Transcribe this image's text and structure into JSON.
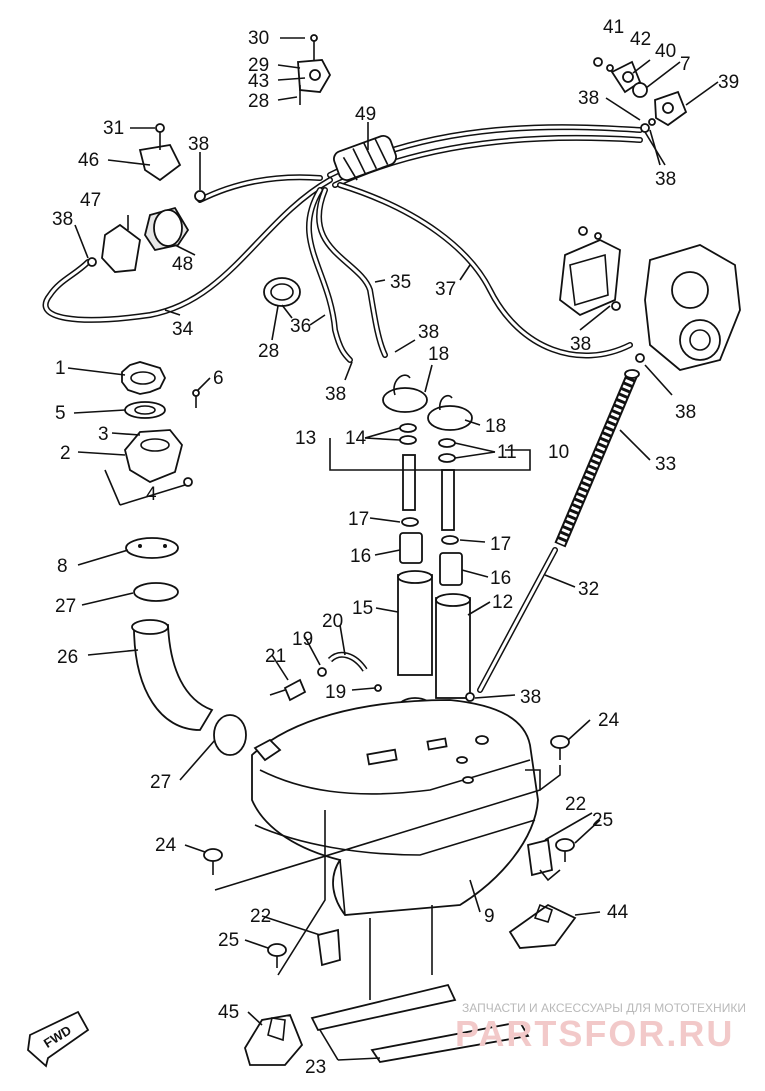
{
  "diagram": {
    "fwd_label": "FWD",
    "watermark_caption": "ЗАПЧАСТИ И АКСЕССУАРЫ ДЛЯ МОТОТЕХНИКИ",
    "watermark_brand": "PARTSFOR.RU",
    "callouts": [
      {
        "id": "c30",
        "text": "30"
      },
      {
        "id": "c29",
        "text": "29"
      },
      {
        "id": "c43",
        "text": "43"
      },
      {
        "id": "c28a",
        "text": "28"
      },
      {
        "id": "c41",
        "text": "41"
      },
      {
        "id": "c42",
        "text": "42"
      },
      {
        "id": "c40",
        "text": "40"
      },
      {
        "id": "c7",
        "text": "7"
      },
      {
        "id": "c39",
        "text": "39"
      },
      {
        "id": "c38a",
        "text": "38"
      },
      {
        "id": "c38b",
        "text": "38"
      },
      {
        "id": "c49",
        "text": "49"
      },
      {
        "id": "c31",
        "text": "31"
      },
      {
        "id": "c46",
        "text": "46"
      },
      {
        "id": "c38c",
        "text": "38"
      },
      {
        "id": "c47",
        "text": "47"
      },
      {
        "id": "c38d",
        "text": "38"
      },
      {
        "id": "c48",
        "text": "48"
      },
      {
        "id": "c35",
        "text": "35"
      },
      {
        "id": "c37",
        "text": "37"
      },
      {
        "id": "c34",
        "text": "34"
      },
      {
        "id": "c28b",
        "text": "28"
      },
      {
        "id": "c36",
        "text": "36"
      },
      {
        "id": "c38e",
        "text": "38"
      },
      {
        "id": "c38f",
        "text": "38"
      },
      {
        "id": "c18a",
        "text": "18"
      },
      {
        "id": "c38g",
        "text": "38"
      },
      {
        "id": "c38h",
        "text": "38"
      },
      {
        "id": "c1",
        "text": "1"
      },
      {
        "id": "c6",
        "text": "6"
      },
      {
        "id": "c5",
        "text": "5"
      },
      {
        "id": "c3",
        "text": "3"
      },
      {
        "id": "c2",
        "text": "2"
      },
      {
        "id": "c4",
        "text": "4"
      },
      {
        "id": "c13",
        "text": "13"
      },
      {
        "id": "c14",
        "text": "14"
      },
      {
        "id": "c18b",
        "text": "18"
      },
      {
        "id": "c11",
        "text": "11"
      },
      {
        "id": "c10",
        "text": "10"
      },
      {
        "id": "c33",
        "text": "33"
      },
      {
        "id": "c17a",
        "text": "17"
      },
      {
        "id": "c17b",
        "text": "17"
      },
      {
        "id": "c16a",
        "text": "16"
      },
      {
        "id": "c16b",
        "text": "16"
      },
      {
        "id": "c8",
        "text": "8"
      },
      {
        "id": "c27a",
        "text": "27"
      },
      {
        "id": "c32",
        "text": "32"
      },
      {
        "id": "c15",
        "text": "15"
      },
      {
        "id": "c12",
        "text": "12"
      },
      {
        "id": "c20",
        "text": "20"
      },
      {
        "id": "c26",
        "text": "26"
      },
      {
        "id": "c19a",
        "text": "19"
      },
      {
        "id": "c21",
        "text": "21"
      },
      {
        "id": "c19b",
        "text": "19"
      },
      {
        "id": "c38i",
        "text": "38"
      },
      {
        "id": "c24a",
        "text": "24"
      },
      {
        "id": "c27b",
        "text": "27"
      },
      {
        "id": "c22a",
        "text": "22"
      },
      {
        "id": "c25a",
        "text": "25"
      },
      {
        "id": "c24b",
        "text": "24"
      },
      {
        "id": "c9",
        "text": "9"
      },
      {
        "id": "c44",
        "text": "44"
      },
      {
        "id": "c22b",
        "text": "22"
      },
      {
        "id": "c25b",
        "text": "25"
      },
      {
        "id": "c45",
        "text": "45"
      },
      {
        "id": "c23",
        "text": "23"
      }
    ]
  }
}
